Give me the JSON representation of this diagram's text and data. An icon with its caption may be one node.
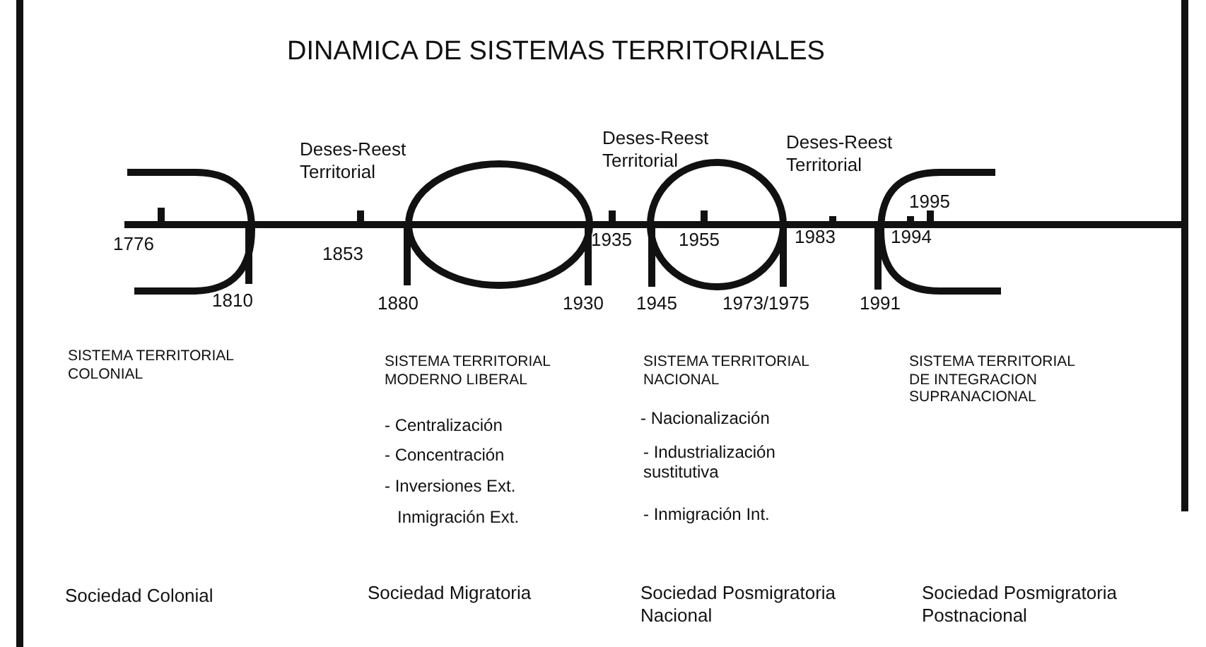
{
  "diagram": {
    "title": "DINAMICA DE SISTEMAS TERRITORIALES",
    "labels": [
      "Deses-Reest Territorial",
      "Deses-Reest Territorial",
      "Deses-Reest Territorial",
      "1995",
      "1776",
      "1853",
      "1935",
      "1955",
      "1983",
      "1994",
      "1810",
      "1880",
      "1930",
      "1945",
      "1973/1975",
      "1991",
      "SISTEMA TERRITORIAL COLONIAL",
      "SISTEMA TERRITORIAL MODERNO LIBERAL",
      "SISTEMA TERRITORIAL NACIONAL",
      "SISTEMA TERRITORIAL DE INTEGRACION SUPRANACIONAL",
      "- Centralización",
      "- Nacionalización",
      "- Concentración",
      "- Industrialización sustitutiva",
      "- Inversiones Ext.",
      "Inmigración Ext.",
      "- Inmigración Int.",
      "Sociedad Colonial",
      "Sociedad Migratoria",
      "Sociedad Posmigratoria Nacional",
      "Sociedad Posmigratoria Postnacional"
    ]
  }
}
